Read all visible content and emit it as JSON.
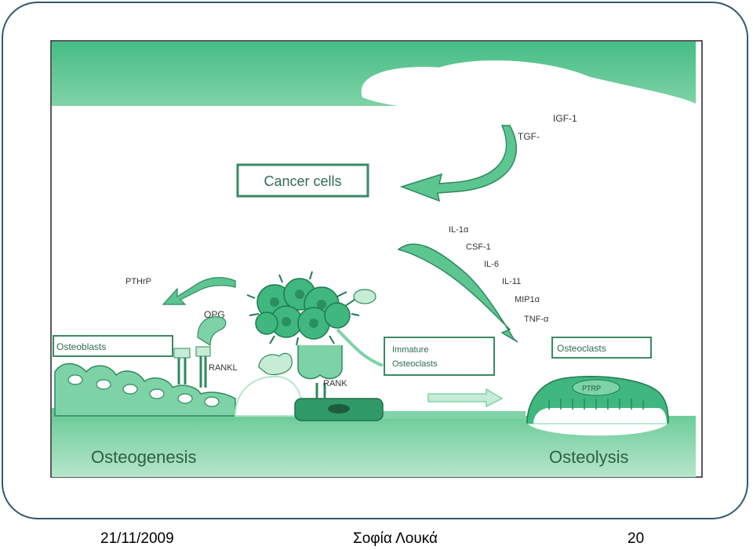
{
  "diagram": {
    "labels": {
      "igf": "IGF-1",
      "tgf": "TGF-",
      "cancer_cells": "Cancer cells",
      "il1": "IL-1α",
      "csf": "CSF-1",
      "il6": "IL-6",
      "il11": "IL-11",
      "mip": "MIP1α",
      "tnf": "TNF-α",
      "pthrp": "PTHrP",
      "opg": "OPG",
      "osteoblasts": "Osteoblasts",
      "rankl": "RANKL",
      "rank": "RANK",
      "immature_1": "Immature",
      "immature_2": "Osteoclasts",
      "osteoclasts": "Osteoclasts",
      "ptrp": "PTRP",
      "osteogenesis": "Osteogenesis",
      "osteolysis": "Osteolysis"
    }
  },
  "footer": {
    "date": "21/11/2009",
    "author": "Σοφία Λουκά",
    "page": "20"
  },
  "colors": {
    "green_dark": "#3fb77e",
    "green_mid": "#7ed3a6",
    "green_light": "#c6ecd6",
    "frame": "#2e5a6e"
  }
}
